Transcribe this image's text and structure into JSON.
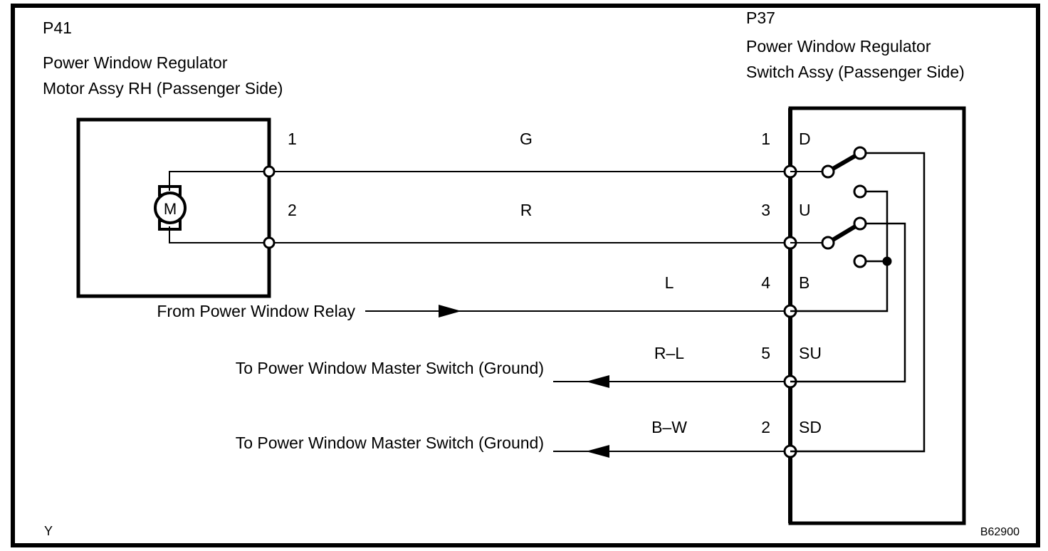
{
  "diagram": {
    "title_left": {
      "code": "P41",
      "line1": "Power Window Regulator",
      "line2": "Motor Assy RH (Passenger Side)"
    },
    "title_right": {
      "code": "P37",
      "line1": "Power Window Regulator",
      "line2": "Switch Assy (Passenger Side)"
    },
    "motor_symbol_label": "M",
    "connections": [
      {
        "left_pin": "1",
        "wire_color": "G",
        "right_pin": "1",
        "right_terminal": "D",
        "left_text": "",
        "arrow": "none"
      },
      {
        "left_pin": "2",
        "wire_color": "R",
        "right_pin": "3",
        "right_terminal": "U",
        "left_text": "",
        "arrow": "none"
      },
      {
        "left_pin": "",
        "wire_color": "L",
        "right_pin": "4",
        "right_terminal": "B",
        "left_text": "From Power Window Relay",
        "arrow": "right"
      },
      {
        "left_pin": "",
        "wire_color": "R–L",
        "right_pin": "5",
        "right_terminal": "SU",
        "left_text": "To Power Window Master Switch (Ground)",
        "arrow": "left"
      },
      {
        "left_pin": "",
        "wire_color": "B–W",
        "right_pin": "2",
        "right_terminal": "SD",
        "left_text": "To Power Window Master Switch (Ground)",
        "arrow": "left"
      }
    ],
    "corner_mark": "Y",
    "figure_code": "B62900",
    "colors": {
      "ink": "#000000",
      "background": "#ffffff"
    }
  }
}
